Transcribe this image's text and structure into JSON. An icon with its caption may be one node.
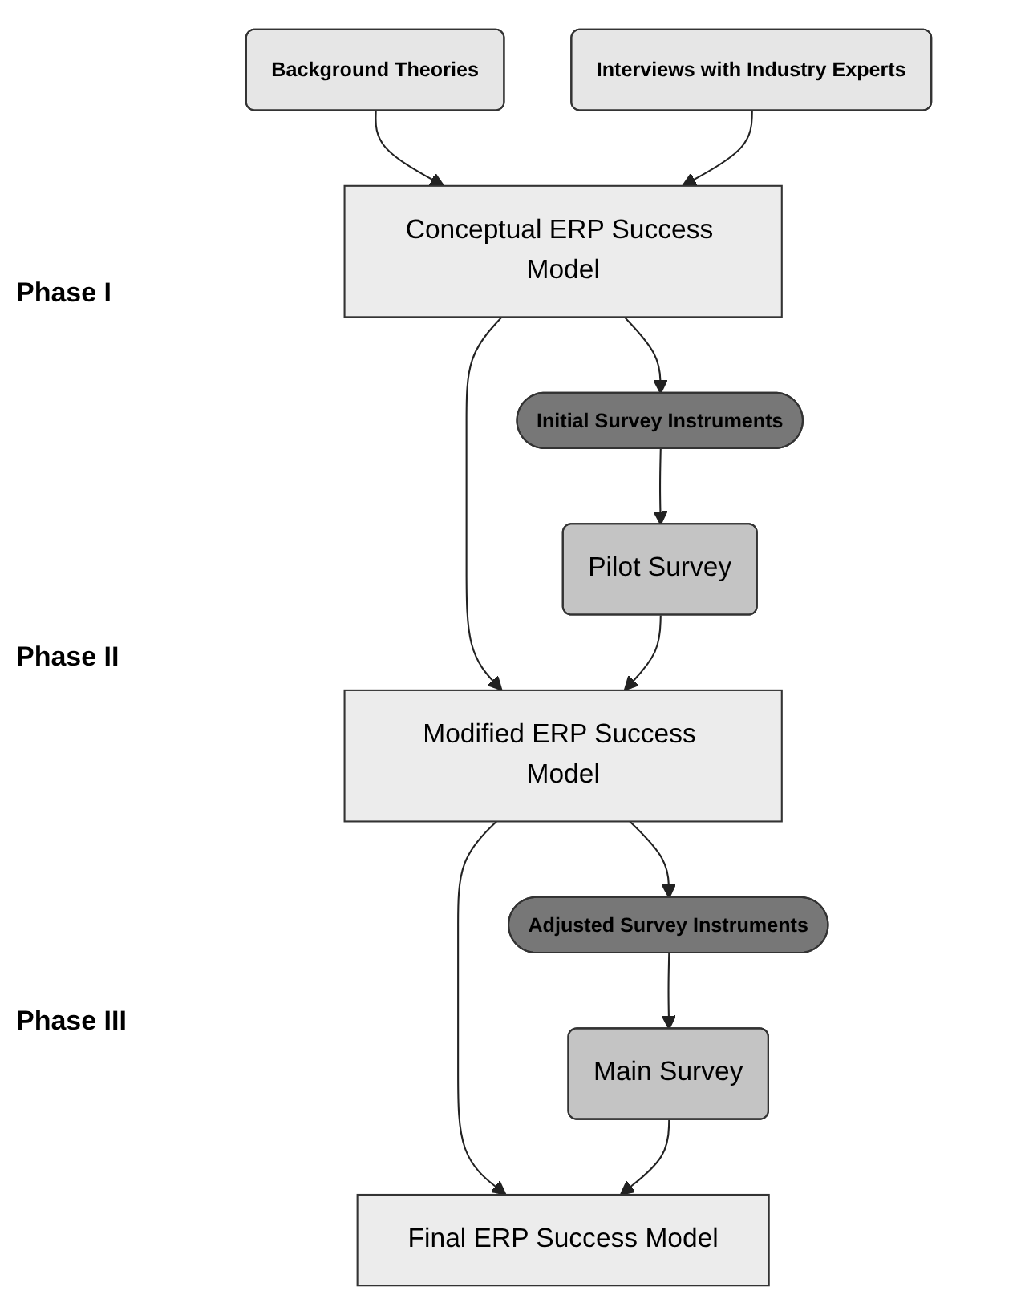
{
  "diagram": {
    "nodes": [
      {
        "text": [
          "Background Theories"
        ]
      },
      {
        "text": [
          "Interviews with Industry Experts"
        ]
      },
      {
        "text": [
          "Conceptual ERP Success Model"
        ]
      },
      {
        "text": [
          "Initial Survey Instruments"
        ]
      },
      {
        "text": [
          "Pilot Survey"
        ]
      },
      {
        "text": [
          "Modified ERP Success Model"
        ]
      },
      {
        "text": [
          "Adjusted Survey Instruments"
        ]
      },
      {
        "text": [
          "Main Survey"
        ]
      },
      {
        "text": [
          "Final ERP Success Model"
        ]
      }
    ],
    "edges": [
      {
        "from": 0,
        "to": 2,
        "arrow": "to"
      },
      {
        "from": 1,
        "to": 2,
        "arrow": "to"
      },
      {
        "from": 2,
        "to": 3,
        "arrow": "to"
      },
      {
        "from": 3,
        "to": 4,
        "arrow": "to"
      },
      {
        "from": 2,
        "to": 5,
        "arrow": "to"
      },
      {
        "from": 4,
        "to": 5,
        "arrow": "to"
      },
      {
        "from": 5,
        "to": 6,
        "arrow": "to"
      },
      {
        "from": 6,
        "to": 7,
        "arrow": "to"
      },
      {
        "from": 5,
        "to": 8,
        "arrow": "to"
      },
      {
        "from": 7,
        "to": 8,
        "arrow": "to"
      }
    ],
    "labels": [
      "Phase I",
      "Phase II",
      "Phase III"
    ]
  }
}
